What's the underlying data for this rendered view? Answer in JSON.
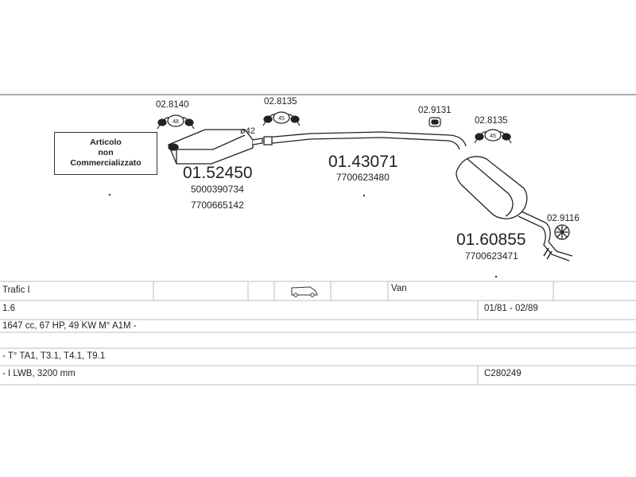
{
  "diagram": {
    "note_box": [
      "Articolo",
      "non",
      "Commercializzato"
    ],
    "diameter_label": "ø42",
    "parts": {
      "front_muffler": {
        "number": "01.52450",
        "refs": [
          "5000390734",
          "7700665142"
        ]
      },
      "middle_pipe": {
        "number": "01.43071",
        "refs": [
          "7700623480"
        ]
      },
      "rear_muffler": {
        "number": "01.60855",
        "refs": [
          "7700623471"
        ]
      }
    },
    "accessories": {
      "bracket_front": {
        "number": "02.8140",
        "badge": "48"
      },
      "bracket_mid": {
        "number": "02.8135",
        "badge": "45"
      },
      "clamp_mid": {
        "number": "02.9131"
      },
      "bracket_rear": {
        "number": "02.8135",
        "badge": "45"
      },
      "ring_rear": {
        "number": "02.9116"
      }
    }
  },
  "vehicle_table": {
    "model": "Trafic I",
    "body_type": "Van",
    "engine": "1.6",
    "period": "01/81 - 02/89",
    "specs": "1647 cc, 67 HP, 49 KW M° A1M -",
    "variants": "- T° TA1, T3.1, T4.1, T9.1",
    "wheelbase": "- I LWB, 3200 mm",
    "catalog_code": "C280249"
  }
}
